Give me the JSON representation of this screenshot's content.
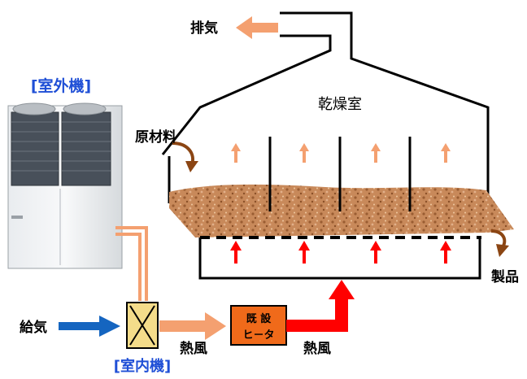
{
  "labels": {
    "exhaust": "排気",
    "outdoor_unit": "[室外機]",
    "raw_material": "原材料",
    "drying_room": "乾燥室",
    "product": "製品",
    "supply_air": "給気",
    "indoor_unit": "[室内機]",
    "hot_air_1": "熱風",
    "hot_air_2": "熱風",
    "heater_line1": "既 設",
    "heater_line2": "ヒ－タ"
  },
  "colors": {
    "orange_duct": "#f4a070",
    "orange_heater": "#f06a1a",
    "red_arrow": "#ff0000",
    "blue_arrow": "#1565c0",
    "material": "#c8895a",
    "label_blue": "#1f4fd6",
    "unit_box": "#f4dc8a"
  }
}
